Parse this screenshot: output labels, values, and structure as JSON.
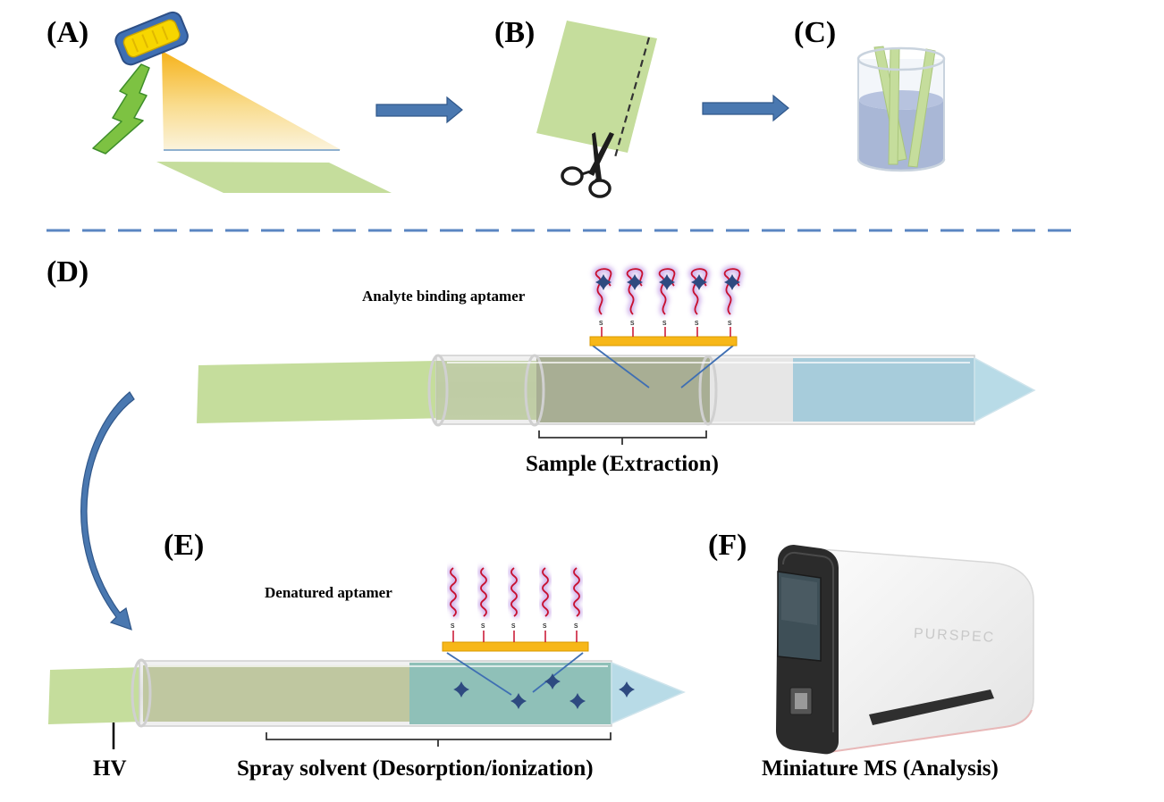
{
  "panels": {
    "a": "(A)",
    "b": "(B)",
    "c": "(C)",
    "d": "(D)",
    "e": "(E)",
    "f": "(F)"
  },
  "panel_d": {
    "aptamer_label": "Analyte binding aptamer",
    "section_label": "Sample (Extraction)",
    "thiol_labels": [
      "s",
      "s",
      "s",
      "s",
      "s"
    ]
  },
  "panel_e": {
    "aptamer_label": "Denatured aptamer",
    "hv_label": "HV",
    "section_label": "Spray solvent (Desorption/ionization)",
    "thiol_labels": [
      "s",
      "s",
      "s",
      "s",
      "s"
    ]
  },
  "panel_f": {
    "device_brand": "PURSPEC",
    "caption": "Miniature MS (Analysis)"
  },
  "colors": {
    "paper_green": "#c5dd9c",
    "arrow_blue": "#4a78b0",
    "gold_strip": "#f7b718",
    "aptamer_red": "#c8102e",
    "aptamer_glow": "#c9a7e8",
    "solvent_blue": "#a7ccdb",
    "divider_blue": "#5a86c2"
  }
}
